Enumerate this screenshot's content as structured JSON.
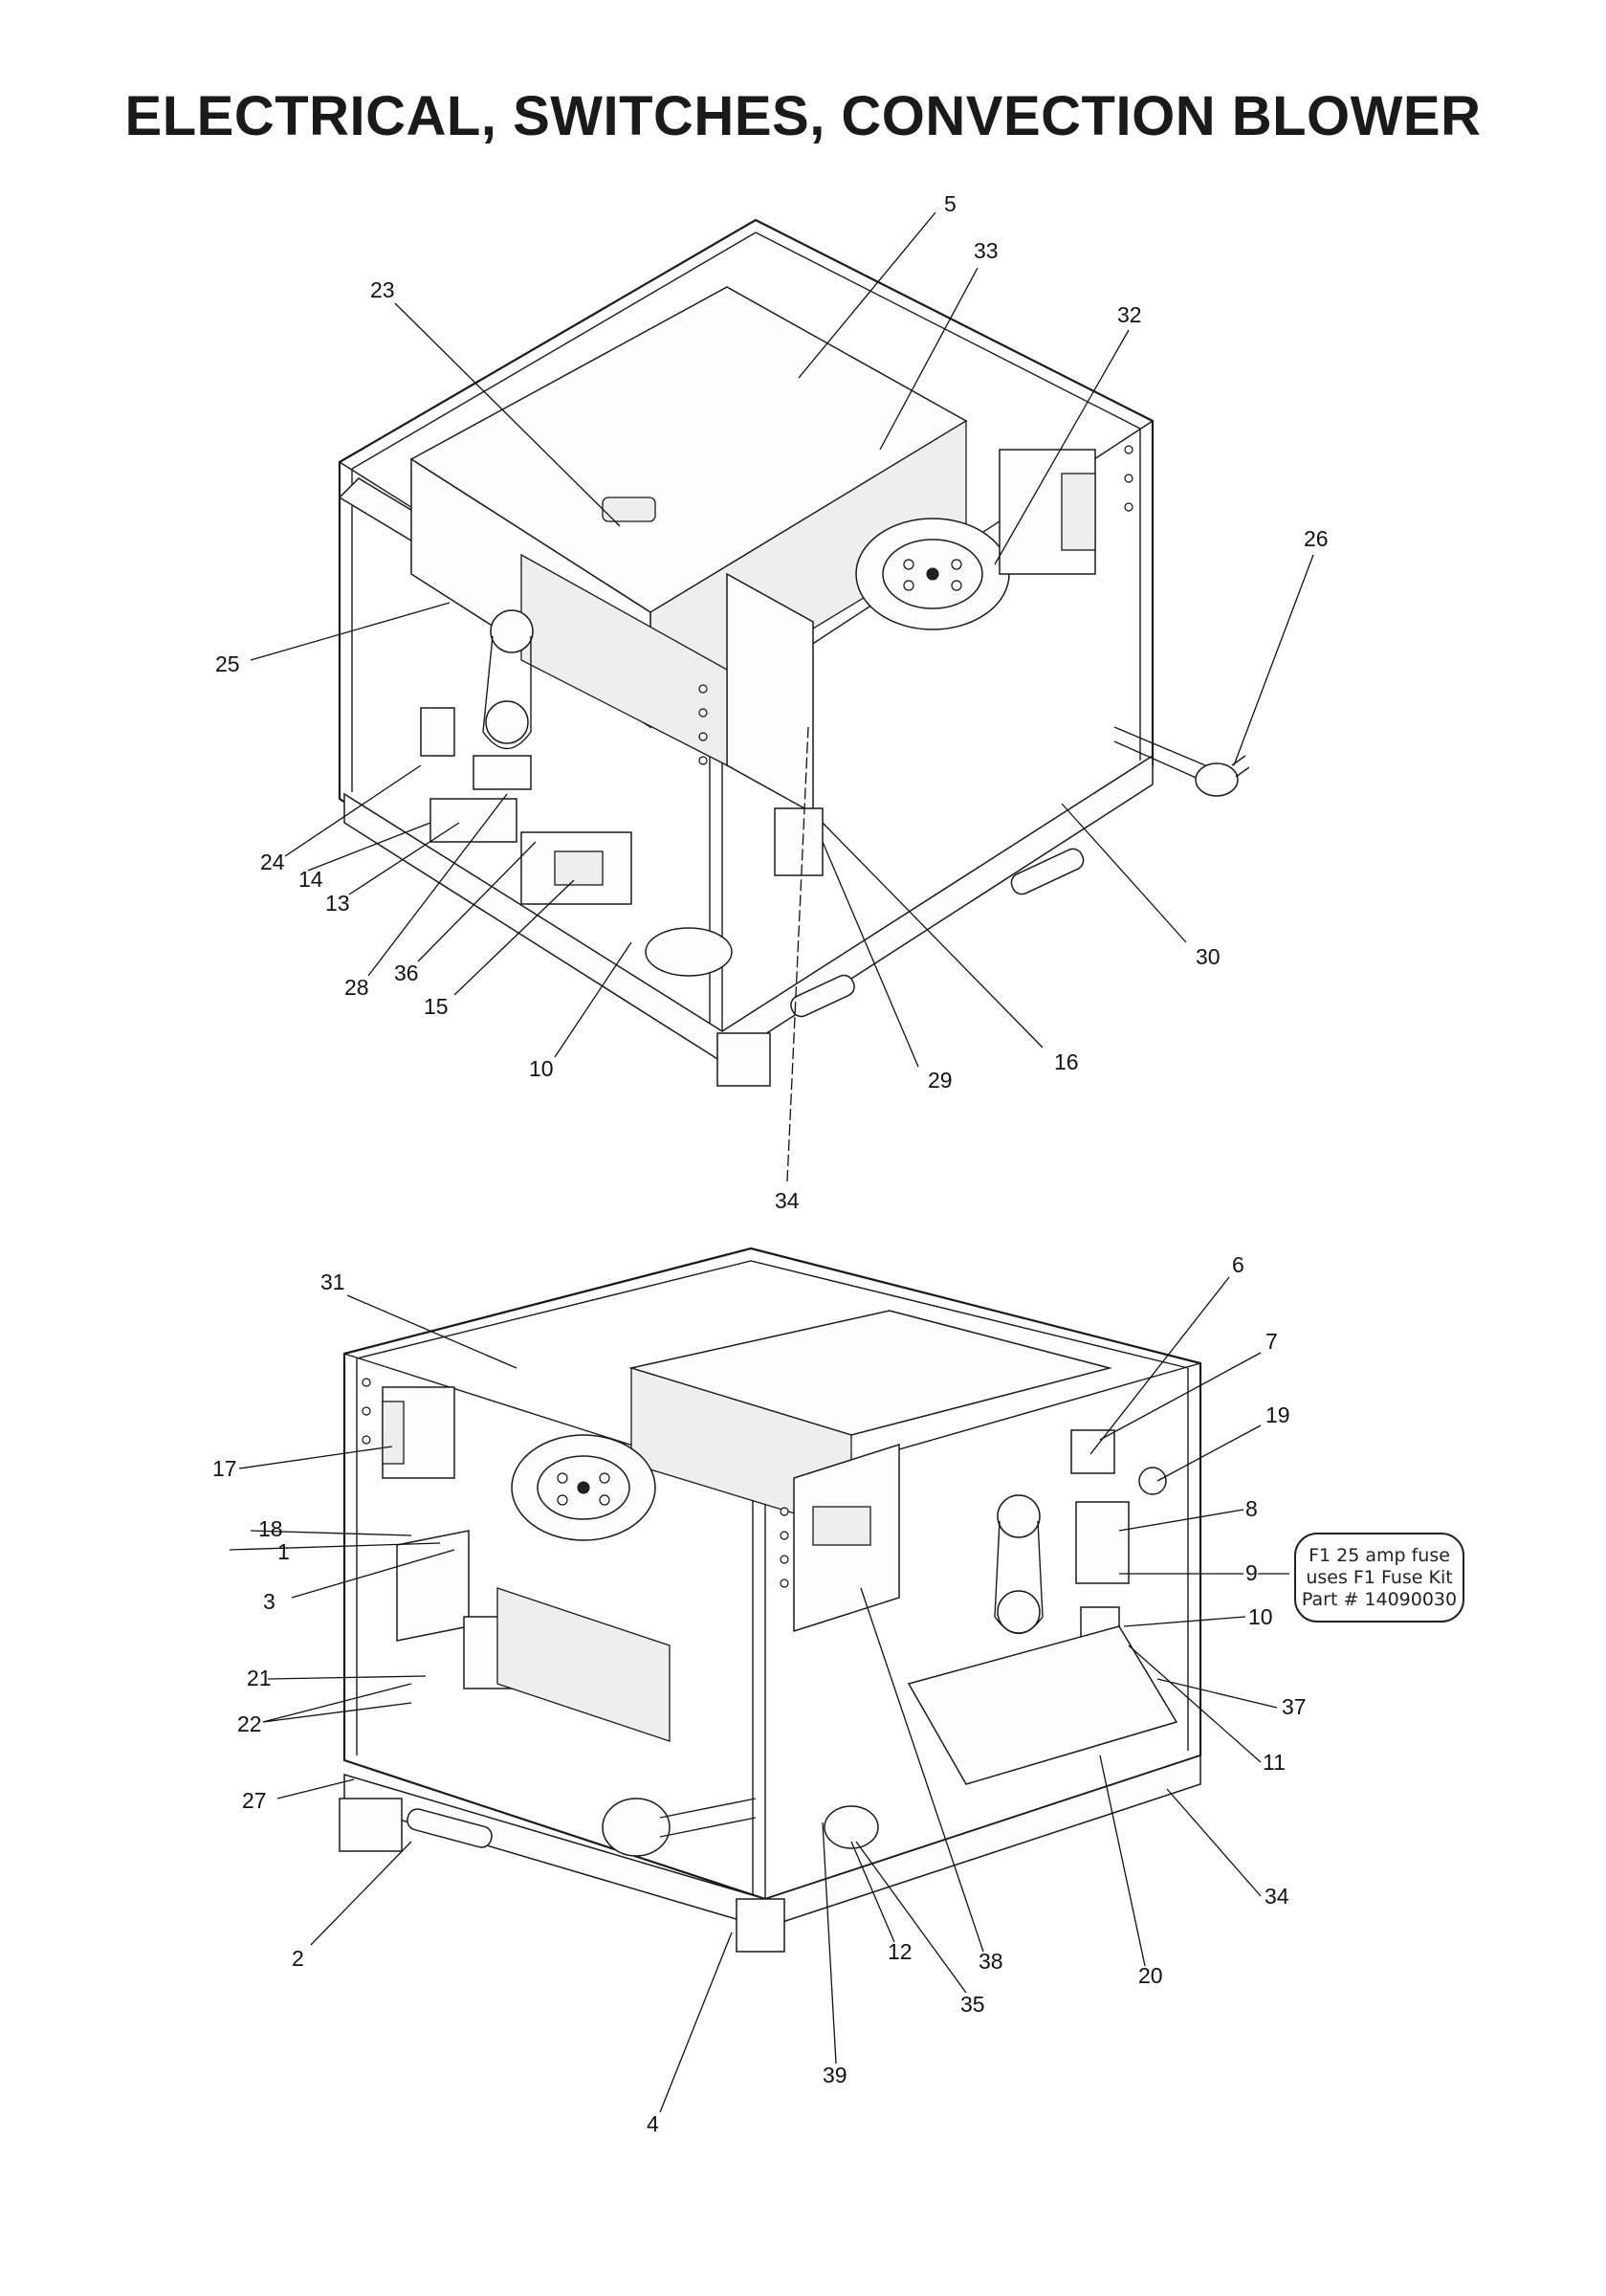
{
  "title": "ELECTRICAL, SWITCHES, CONVECTION BLOWER",
  "top_view_labels": [
    "5",
    "33",
    "23",
    "32",
    "26",
    "25",
    "24",
    "14",
    "13",
    "28",
    "36",
    "15",
    "10",
    "29",
    "16",
    "30",
    "34"
  ],
  "bottom_view_labels": [
    "31",
    "6",
    "7",
    "19",
    "17",
    "8",
    "18",
    "1",
    "9",
    "3",
    "10",
    "21",
    "37",
    "22",
    "11",
    "27",
    "34",
    "2",
    "38",
    "20",
    "12",
    "35",
    "4",
    "39"
  ],
  "fuse_callout": {
    "line1": "F1 25 amp fuse",
    "line2": "uses F1 Fuse Kit",
    "line3": "Part # 14090030"
  }
}
